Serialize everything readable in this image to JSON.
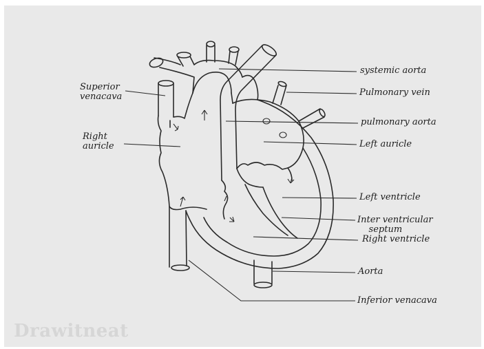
{
  "labels": {
    "systemic_aorta": "systemic aorta",
    "pulmonary_vein": "Pulmonary vein",
    "pulmonary_aorta": "pulmonary aorta",
    "left_auricle": "Left auricle",
    "left_ventricle": "Left ventricle",
    "interventricular_septum": "Inter ventricular\n    septum",
    "right_ventricle": "Right ventricle",
    "aorta": "Aorta",
    "inferior_venacava": "Inferior venacava",
    "superior_venacava": "Superior\nvenacava",
    "right_auricle": "Right\nauricle"
  },
  "watermark": "Drawitneat",
  "colors": {
    "paper": "#e9e9e9",
    "ink": "#2a2a2a",
    "watermark": "#d6d6d6"
  }
}
